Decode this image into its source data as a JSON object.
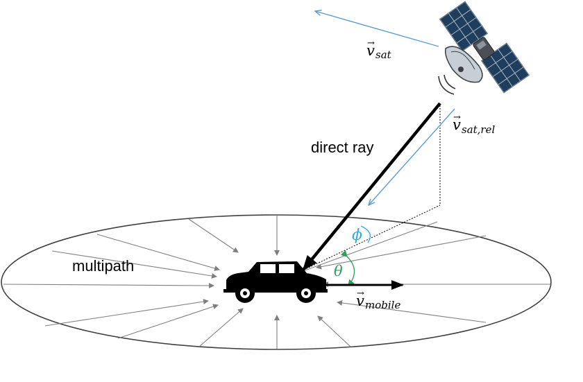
{
  "labels": {
    "direct_ray": "direct ray",
    "multipath": "multipath",
    "v_sat": "v",
    "v_sat_sub": "sat",
    "v_sat_rel": "v",
    "v_sat_rel_sub": "sat,rel",
    "v_mobile": "v",
    "v_mobile_sub": "mobile",
    "vector_arrow": "→",
    "phi": "ϕ",
    "theta": "θ"
  },
  "colors": {
    "velocity_arrow": "#5b9bd5",
    "phi_angle": "#2eaadc",
    "theta_angle": "#2e9e5b",
    "multipath_arrows": "#7f7f7f",
    "satellite_panel": "#1f3d5c",
    "car": "#000000"
  },
  "icons": {
    "satellite": "satellite-icon",
    "car": "car-icon"
  }
}
